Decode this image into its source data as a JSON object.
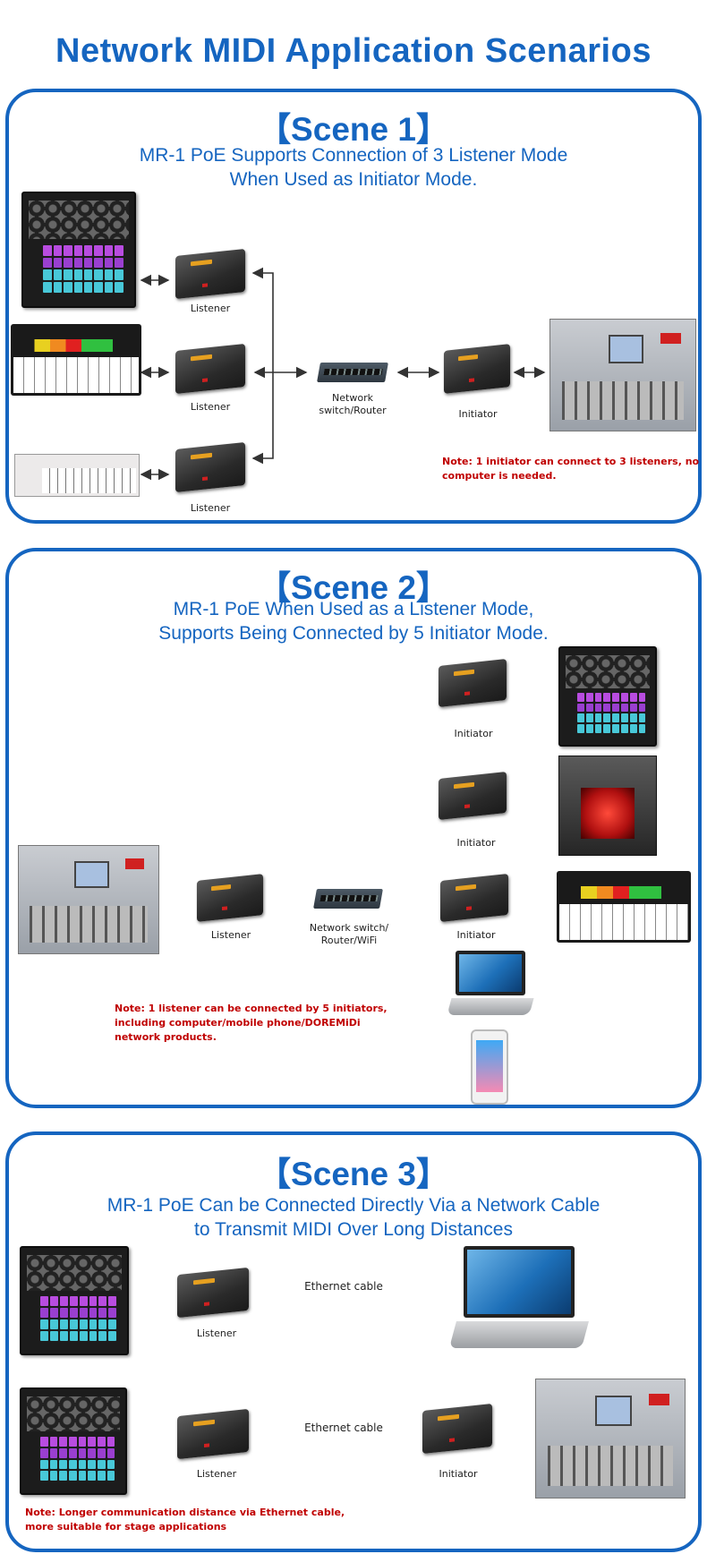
{
  "title": "Network MIDI Application Scenarios",
  "scene1": {
    "title": "【Scene 1】",
    "subtitle_line1": "MR-1 PoE Supports Connection of 3 Listener Mode",
    "subtitle_line2": "When Used as Initiator Mode.",
    "labels": {
      "listener_top": "Listener",
      "listener_mid": "Listener",
      "listener_bot": "Listener",
      "switch_line1": "Network",
      "switch_line2": "switch/Router",
      "initiator": "Initiator"
    },
    "note_line1": "Note: 1 initiator can connect to 3 listeners, no",
    "note_line2": "computer is needed."
  },
  "scene2": {
    "title": "【Scene 2】",
    "subtitle_line1": "MR-1 PoE When Used as a Listener Mode,",
    "subtitle_line2": "Supports Being Connected by 5 Initiator Mode.",
    "labels": {
      "listener": "Listener",
      "switch_line1": "Network switch/",
      "switch_line2": "Router/WiFi",
      "initiator_1": "Initiator",
      "initiator_2": "Initiator",
      "initiator_3": "Initiator"
    },
    "note_line1": "Note: 1 listener can be connected by 5 initiators,",
    "note_line2": "including computer/mobile phone/DOREMiDi",
    "note_line3": "network products."
  },
  "scene3": {
    "title": "【Scene 3】",
    "subtitle_line1": "MR-1 PoE Can be Connected Directly Via a Network Cable",
    "subtitle_line2": "to Transmit MIDI Over Long Distances",
    "labels": {
      "ethernet_1": "Ethernet cable",
      "listener_1": "Listener",
      "ethernet_2": "Ethernet cable",
      "listener_2": "Listener",
      "initiator": "Initiator"
    },
    "note_line1": "Note: Longer communication distance via Ethernet cable,",
    "note_line2": "more suitable for stage applications"
  },
  "colors": {
    "accent": "#1565c0",
    "note": "#c00000"
  }
}
